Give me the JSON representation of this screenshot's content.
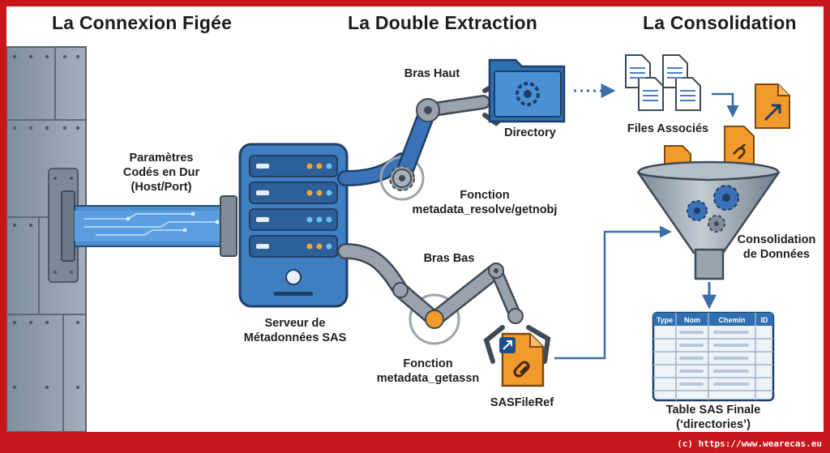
{
  "sections": {
    "left": "La Connexion Figée",
    "middle": "La Double Extraction",
    "right": "La Consolidation"
  },
  "labels": {
    "params_line1": "Paramètres",
    "params_line2": "Codés en Dur",
    "params_line3": "(Host/Port)",
    "server_line1": "Serveur de",
    "server_line2": "Métadonnées SAS",
    "arm_top": "Bras Haut",
    "directory": "Directory",
    "func_top_line1": "Fonction",
    "func_top_line2": "metadata_resolve/getnobj",
    "arm_bottom": "Bras Bas",
    "func_bottom_line1": "Fonction",
    "func_bottom_line2": "metadata_getassn",
    "sasfileref": "SASFileRef",
    "files_associes": "Files Associés",
    "consolidation_line1": "Consolidation",
    "consolidation_line2": "de Données",
    "final_line1": "Table SAS Finale",
    "final_line2": "(‘directories’)"
  },
  "table": {
    "columns": [
      "Type",
      "Nom",
      "Chemin",
      "ID"
    ]
  },
  "footer": "(c) https://www.wearecas.eu",
  "colors": {
    "frame": "#c8161d",
    "steel": "#8c9bab",
    "server_blue": "#3f7fc1",
    "arm_blue": "#3a72b8",
    "arm_gray": "#9aa3ad",
    "file_orange": "#f39a2d",
    "arrow_blue": "#3a6ea5"
  },
  "icons": [
    "folder-icon",
    "gear-icon",
    "document-icon",
    "link-file-icon",
    "shortcut-file-icon",
    "funnel-icon",
    "table-icon",
    "server-icon",
    "robot-arm-icon"
  ]
}
